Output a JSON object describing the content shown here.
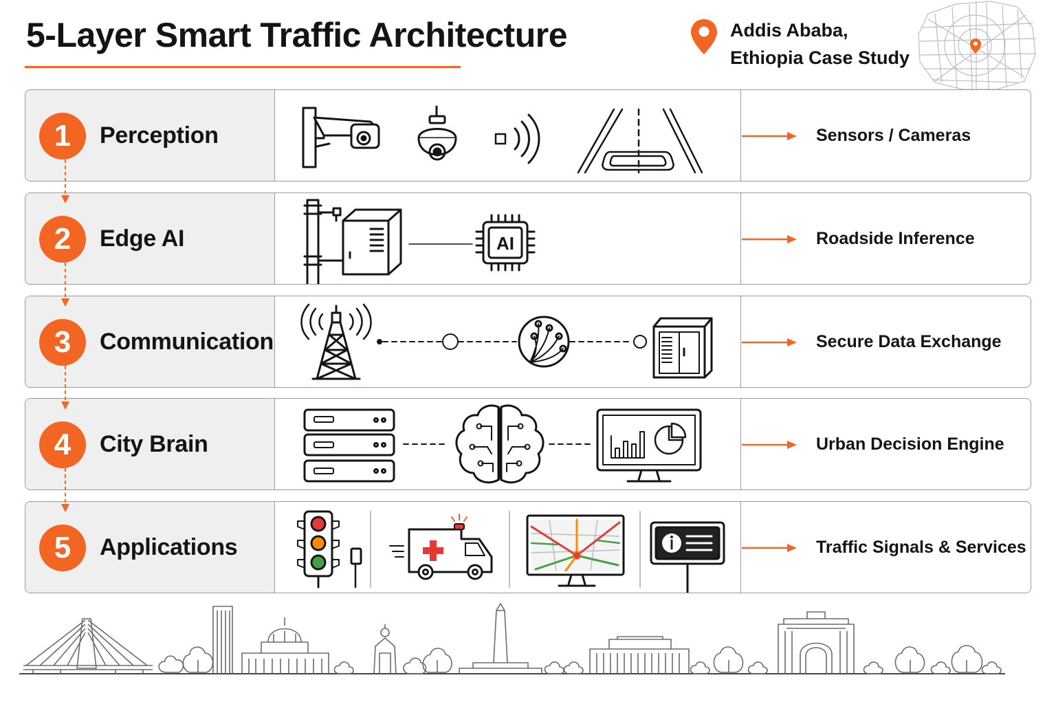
{
  "header": {
    "title": "5-Layer Smart Traffic Architecture",
    "location_line1": "Addis Ababa,",
    "location_line2": "Ethiopia Case Study"
  },
  "colors": {
    "accent": "#f26522",
    "border": "#9a9a9a",
    "label_bg": "#efefef",
    "ink": "#141414"
  },
  "layers": [
    {
      "number": "1",
      "name": "Perception",
      "description": "Sensors / Cameras",
      "icons": [
        "cctv-camera-icon",
        "dome-camera-icon",
        "radar-sensor-icon",
        "road-loop-detector-icon"
      ]
    },
    {
      "number": "2",
      "name": "Edge AI",
      "description": "Roadside Inference",
      "icons": [
        "roadside-cabinet-icon",
        "ai-chip-icon"
      ],
      "chip_label": "AI"
    },
    {
      "number": "3",
      "name": "Communication",
      "description": "Secure Data Exchange",
      "icons": [
        "cell-tower-icon",
        "fiber-optic-icon",
        "network-cabinet-icon"
      ]
    },
    {
      "number": "4",
      "name": "City Brain",
      "description": "Urban Decision Engine",
      "icons": [
        "server-rack-icon",
        "brain-circuit-icon",
        "analytics-monitor-icon"
      ]
    },
    {
      "number": "5",
      "name": "Applications",
      "description": "Traffic Signals & Services",
      "icons": [
        "traffic-light-icon",
        "ambulance-icon",
        "traffic-map-icon",
        "info-sign-icon"
      ]
    }
  ],
  "decor": [
    "location-pin-icon",
    "city-map-icon",
    "city-skyline-icon"
  ]
}
